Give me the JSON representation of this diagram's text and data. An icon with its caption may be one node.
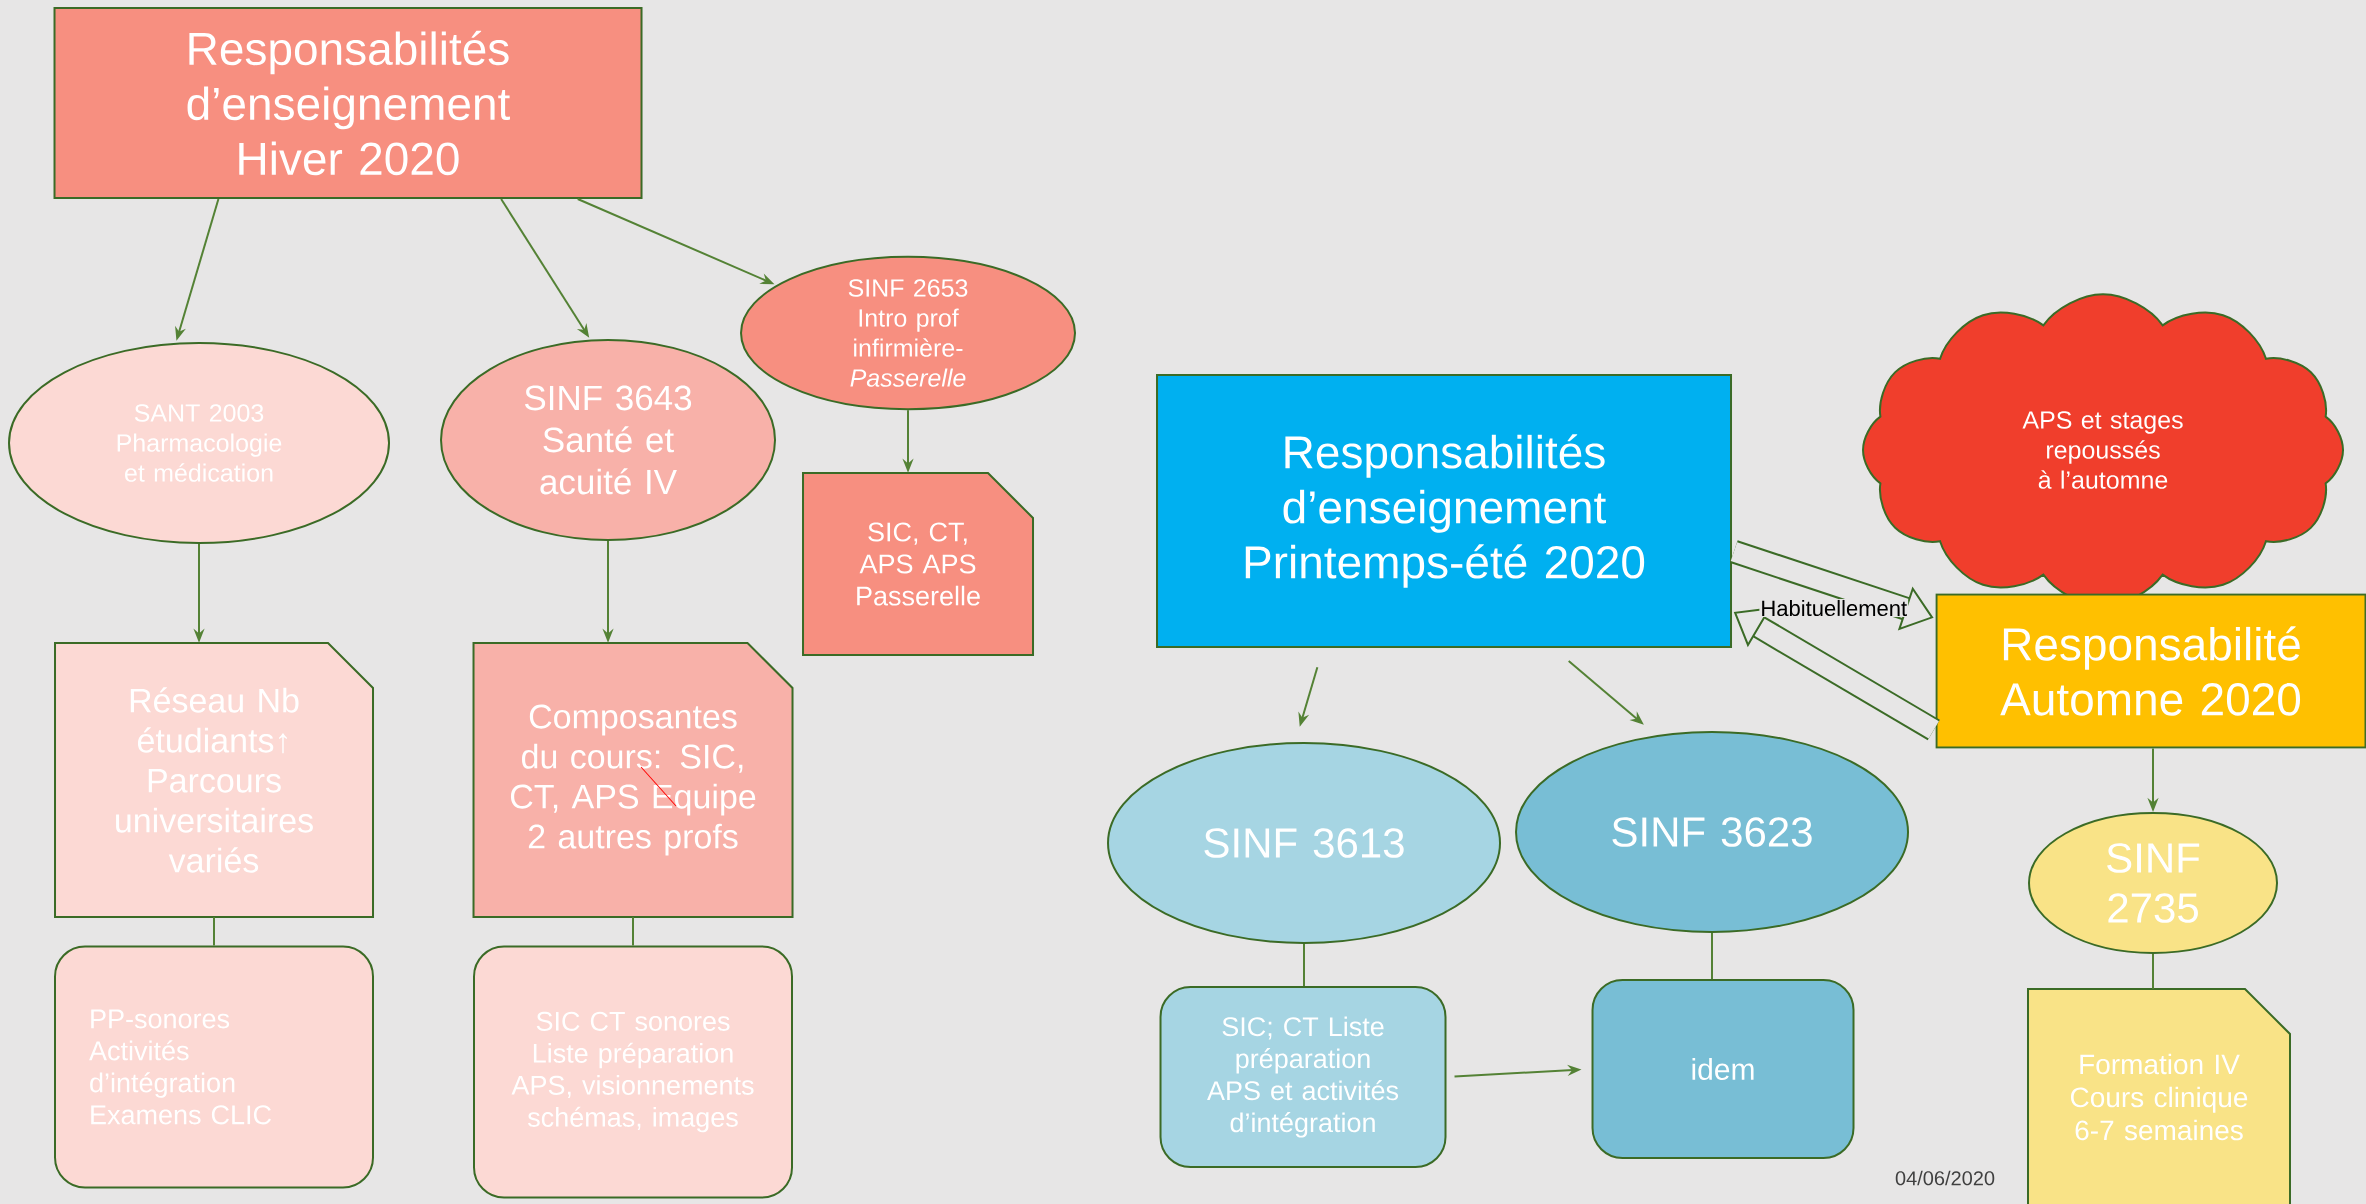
{
  "diagram": {
    "nodes": [
      {
        "text": [
          "Responsabilités d’enseignement Hiver 2020"
        ]
      },
      {
        "text": [
          "SANT 2003 Pharmacologie et médication"
        ]
      },
      {
        "text": [
          "SINF 3643 Santé et acuité IV"
        ]
      },
      {
        "text": [
          "SINF 2653 Intro prof infirmière-*Passerelle*"
        ]
      },
      {
        "text": [
          "Réseau Nb étudiants↑ Parcours universitaires variés"
        ]
      },
      {
        "text": [
          "Composantes du cours: SIC, CT, APS Equipe 2 autres profs"
        ]
      },
      {
        "text": [
          "SIC, CT, APS APS Passerelle"
        ]
      },
      {
        "text": [
          "PP-sonores Activités d’intégration Examens CLIC"
        ]
      },
      {
        "text": [
          "SIC CT sonores Liste préparation APS, visionnements schémas, images"
        ]
      },
      {
        "text": [
          "Responsabilités d’enseignement Printemps-été 2020"
        ]
      },
      {
        "text": [
          "SINF 3613"
        ]
      },
      {
        "text": [
          "SINF 3623"
        ]
      },
      {
        "text": [
          "SIC; CT Liste préparation APS et activités d’intégration"
        ]
      },
      {
        "text": [
          "idem"
        ]
      },
      {
        "text": [
          "APS et stages repoussés à l’automne"
        ]
      },
      {
        "text": [
          "Responsabilité Automne 2020"
        ]
      },
      {
        "text": [
          "SINF 2735"
        ]
      },
      {
        "text": [
          "Formation IV Cours clinique 6-7 semaines"
        ]
      }
    ],
    "edges": [
      {
        "from": 0,
        "to": 1,
        "arrow": "to"
      },
      {
        "from": 0,
        "to": 2,
        "arrow": "to"
      },
      {
        "from": 0,
        "to": 3,
        "arrow": "to"
      },
      {
        "from": 1,
        "to": 4,
        "arrow": "to"
      },
      {
        "from": 2,
        "to": 5,
        "arrow": "to"
      },
      {
        "from": 3,
        "to": 6,
        "arrow": "to"
      },
      {
        "from": 4,
        "to": 7,
        "arrow": "none"
      },
      {
        "from": 5,
        "to": 8,
        "arrow": "none"
      },
      {
        "from": 9,
        "to": 10,
        "arrow": "to"
      },
      {
        "from": 9,
        "to": 11,
        "arrow": "to"
      },
      {
        "from": 10,
        "to": 12,
        "arrow": "none"
      },
      {
        "from": 11,
        "to": 13,
        "arrow": "none"
      },
      {
        "from": 12,
        "to": 13,
        "arrow": "to"
      },
      {
        "from": 15,
        "to": 16,
        "arrow": "to"
      },
      {
        "from": 16,
        "to": 17,
        "arrow": "none"
      },
      {
        "from": 9,
        "to": 15,
        "arrow": "to",
        "style": "thick",
        "label": "Habituellement"
      },
      {
        "from": 15,
        "to": 9,
        "arrow": "to",
        "style": "thick"
      }
    ],
    "labels": [
      "04/06/2020"
    ]
  }
}
